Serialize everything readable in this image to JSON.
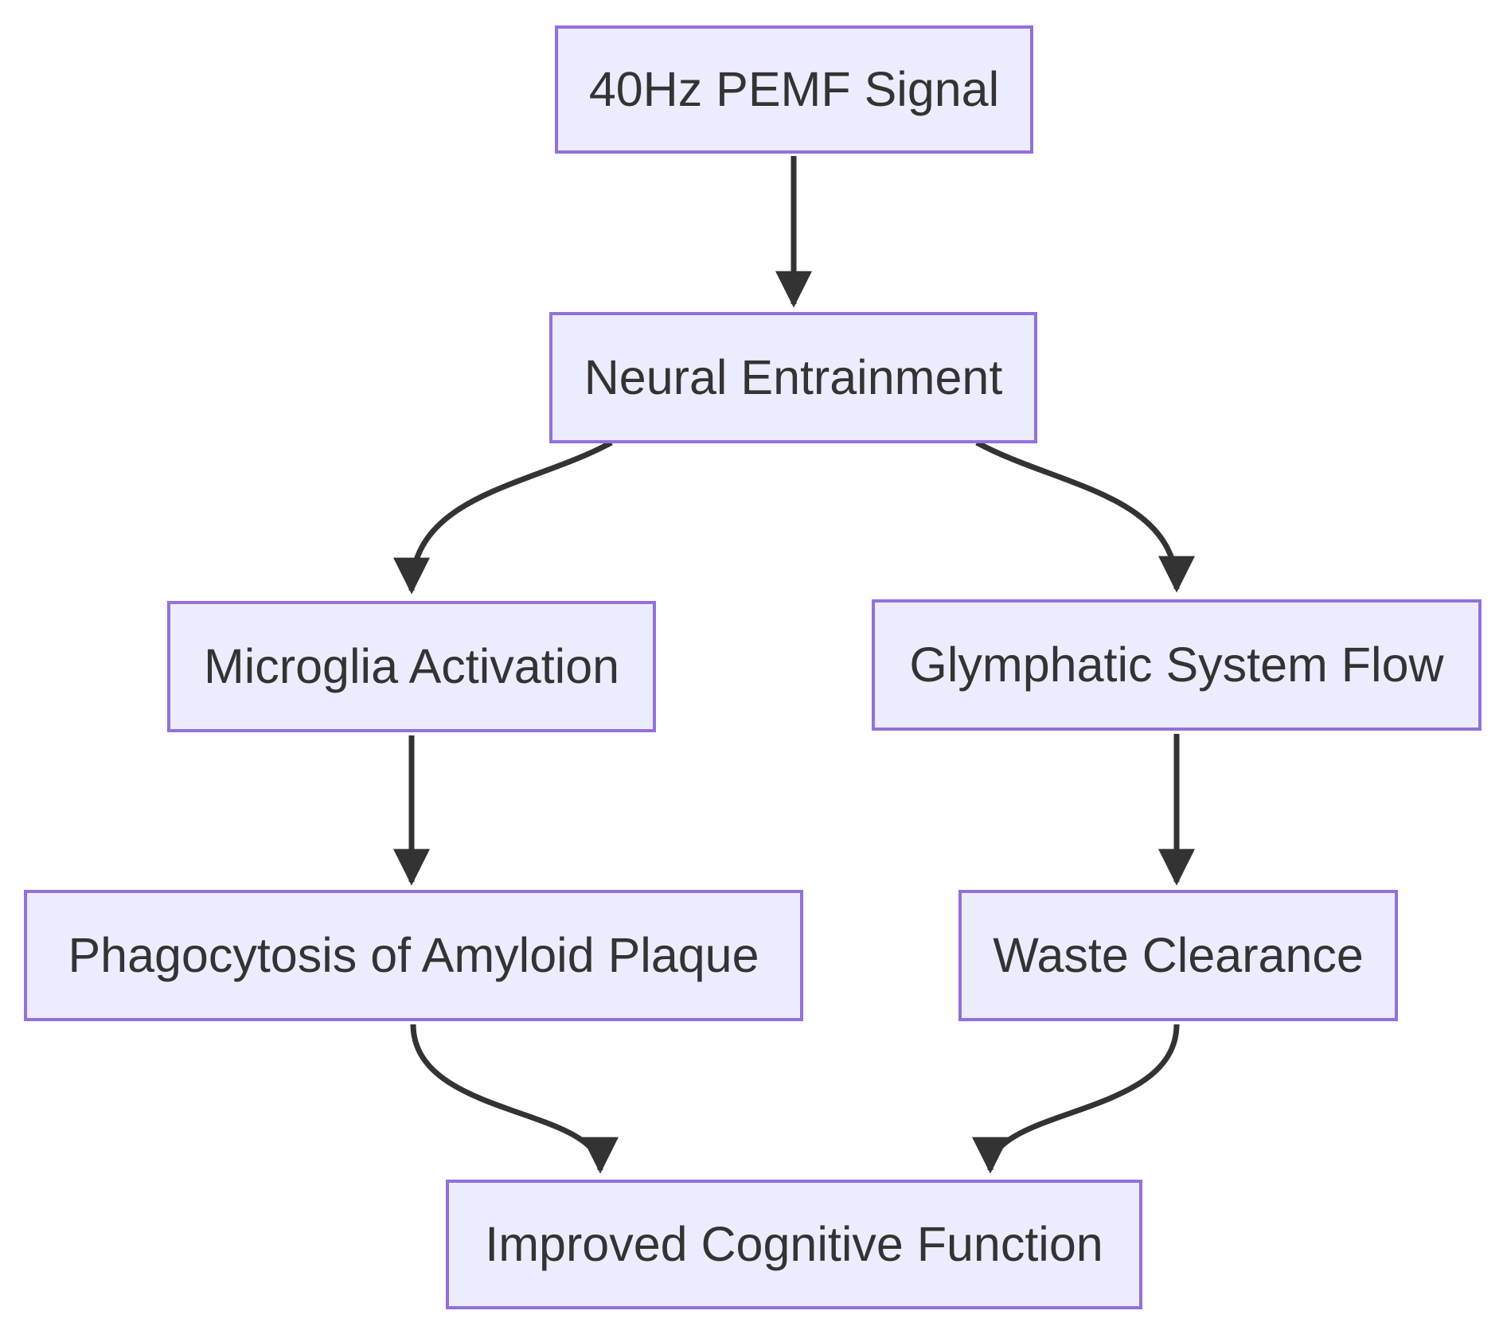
{
  "diagram": {
    "type": "flowchart",
    "direction": "top-down",
    "colors": {
      "node_fill": "#ECECFF",
      "node_border": "#9370DB",
      "node_text": "#333333",
      "edge_stroke": "#333333",
      "background": "#FFFFFF"
    },
    "nodes": [
      {
        "id": "A",
        "label": "40Hz PEMF Signal"
      },
      {
        "id": "B",
        "label": "Neural Entrainment"
      },
      {
        "id": "C",
        "label": "Microglia Activation"
      },
      {
        "id": "D",
        "label": "Glymphatic System Flow"
      },
      {
        "id": "E",
        "label": "Phagocytosis of Amyloid Plaque"
      },
      {
        "id": "F",
        "label": "Waste Clearance"
      },
      {
        "id": "G",
        "label": "Improved Cognitive Function"
      }
    ],
    "edges": [
      {
        "from": "40Hz PEMF Signal",
        "to": "Neural Entrainment"
      },
      {
        "from": "Neural Entrainment",
        "to": "Microglia Activation"
      },
      {
        "from": "Neural Entrainment",
        "to": "Glymphatic System Flow"
      },
      {
        "from": "Microglia Activation",
        "to": "Phagocytosis of Amyloid Plaque"
      },
      {
        "from": "Glymphatic System Flow",
        "to": "Waste Clearance"
      },
      {
        "from": "Phagocytosis of Amyloid Plaque",
        "to": "Improved Cognitive Function"
      },
      {
        "from": "Waste Clearance",
        "to": "Improved Cognitive Function"
      }
    ]
  }
}
